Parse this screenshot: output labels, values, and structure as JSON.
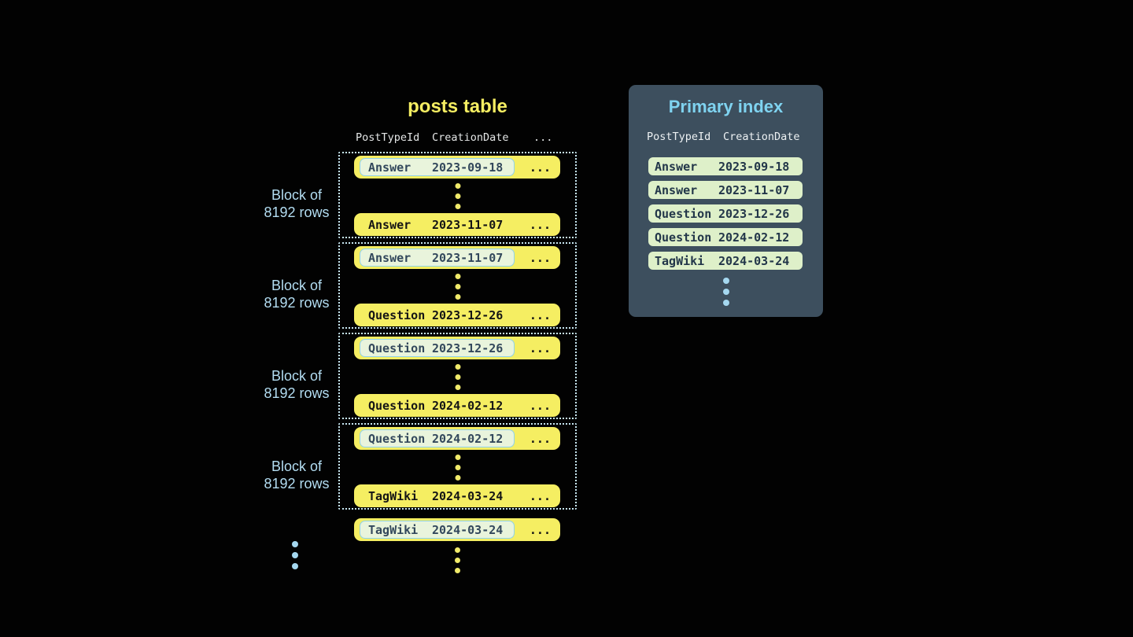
{
  "colors": {
    "background": "#020202",
    "yellow": "#f5ee62",
    "highlight_fill": "#e9f4dc",
    "highlight_border": "#8fd2ea",
    "highlight_text": "#33485c",
    "row_text": "#151515",
    "dotted_border": "#c7e6f1",
    "label_blue": "#b3ddf2",
    "panel_bg": "#3d4f5e",
    "panel_title": "#7fd3f0",
    "header_text": "#e4e6e6",
    "index_row_bg": "#def0c9",
    "index_row_text": "#223649",
    "blue_dot": "#a5d8f0",
    "yellow_dot": "#f0ea6a"
  },
  "posts_table": {
    "title": "posts table",
    "columns": [
      "PostTypeId",
      "CreationDate",
      "..."
    ],
    "row_ellipsis": "...",
    "block_label": [
      "Block of",
      "8192 rows"
    ],
    "blocks": [
      {
        "rows": [
          {
            "type": "Answer",
            "date": "2023-09-18",
            "highlighted": true
          },
          {
            "type": "Answer",
            "date": "2023-11-07",
            "highlighted": false
          }
        ]
      },
      {
        "rows": [
          {
            "type": "Answer",
            "date": "2023-11-07",
            "highlighted": true
          },
          {
            "type": "Question",
            "date": "2023-12-26",
            "highlighted": false
          }
        ]
      },
      {
        "rows": [
          {
            "type": "Question",
            "date": "2023-12-26",
            "highlighted": true
          },
          {
            "type": "Question",
            "date": "2024-02-12",
            "highlighted": false
          }
        ]
      },
      {
        "rows": [
          {
            "type": "Question",
            "date": "2024-02-12",
            "highlighted": true
          },
          {
            "type": "TagWiki",
            "date": "2024-03-24",
            "highlighted": false
          }
        ]
      }
    ],
    "trailing_row": {
      "type": "TagWiki",
      "date": "2024-03-24",
      "highlighted": true
    }
  },
  "primary_index": {
    "title": "Primary index",
    "columns": [
      "PostTypeId",
      "CreationDate"
    ],
    "rows": [
      {
        "type": "Answer",
        "date": "2023-09-18"
      },
      {
        "type": "Answer",
        "date": "2023-11-07"
      },
      {
        "type": "Question",
        "date": "2023-12-26"
      },
      {
        "type": "Question",
        "date": "2024-02-12"
      },
      {
        "type": "TagWiki",
        "date": "2024-03-24"
      }
    ]
  }
}
